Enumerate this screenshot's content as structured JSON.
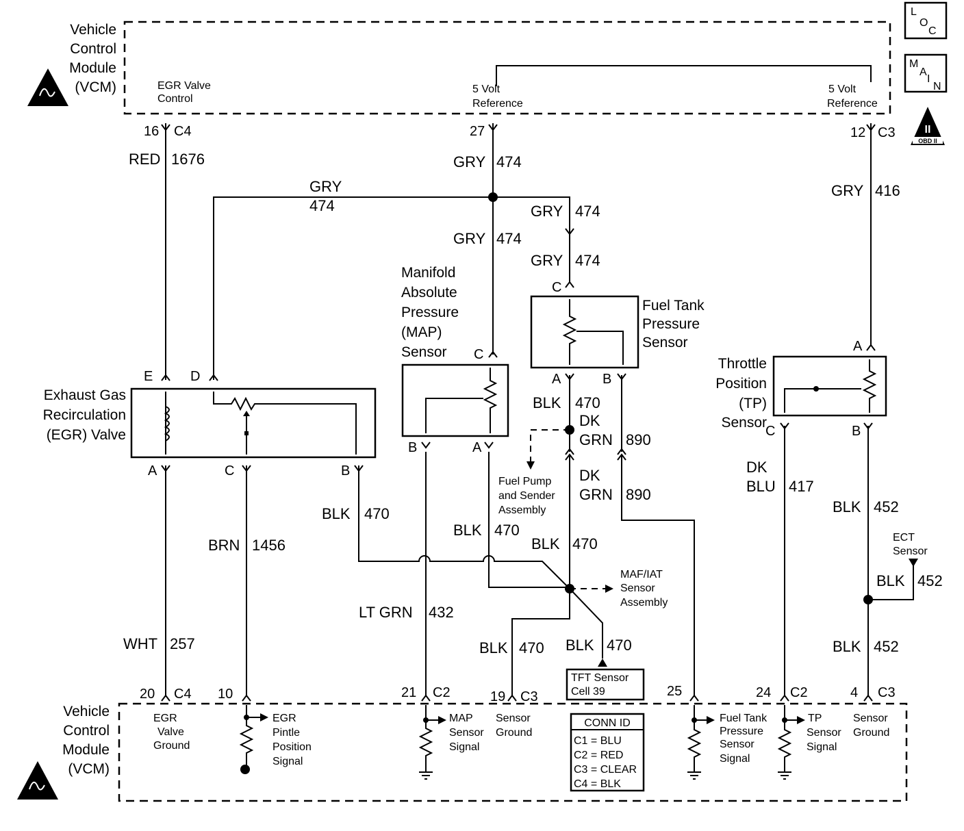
{
  "icons": {
    "esd": "esd-warning-icon",
    "obd": "obd-ii-triangle-icon",
    "ground": "ground-icon"
  },
  "vcm_top": {
    "name_lines": [
      "Vehicle",
      "Control",
      "Module",
      "(VCM)"
    ],
    "egr_ctrl": [
      "EGR Valve",
      "Control"
    ],
    "ref1": [
      "5 Volt",
      "Reference"
    ],
    "ref2": [
      "5 Volt",
      "Reference"
    ]
  },
  "vcm_bottom": {
    "name_lines": [
      "Vehicle",
      "Control",
      "Module",
      "(VCM)"
    ],
    "egr_ground": [
      "EGR",
      "Valve",
      "Ground"
    ],
    "egr_pintle": [
      "EGR",
      "Pintle",
      "Position",
      "Signal"
    ],
    "map_signal": [
      "MAP",
      "Sensor",
      "Signal"
    ],
    "sensor_ground_1": [
      "Sensor",
      "Ground"
    ],
    "ft_signal": [
      "Fuel Tank",
      "Pressure",
      "Sensor",
      "Signal"
    ],
    "tp_signal": [
      "TP",
      "Sensor",
      "Signal"
    ],
    "sensor_ground_2": [
      "Sensor",
      "Ground"
    ]
  },
  "badges": {
    "loc": [
      "L",
      "O",
      "C"
    ],
    "main": [
      "M",
      "A",
      "I",
      "N"
    ],
    "obd_mark": "II",
    "obd_text": "OBD II"
  },
  "pins": {
    "p16": "16",
    "c4a": "C4",
    "p27": "27",
    "p12": "12",
    "c3a": "C3",
    "p20": "20",
    "c4b": "C4",
    "p10": "10",
    "p21": "21",
    "c2a": "C2",
    "p19": "19",
    "c3b": "C3",
    "p25": "25",
    "p24": "24",
    "c2b": "C2",
    "p4": "4",
    "c3c": "C3"
  },
  "wires": {
    "red1676": [
      "RED",
      "1676"
    ],
    "gry474_top": [
      "GRY",
      "474"
    ],
    "gry474_left": [
      "GRY",
      "474"
    ],
    "gry474_right1": [
      "GRY",
      "474"
    ],
    "gry474_mid": [
      "GRY",
      "474"
    ],
    "gry474_right2": [
      "GRY",
      "474"
    ],
    "gry416": [
      "GRY",
      "416"
    ],
    "blk470_a": [
      "BLK",
      "470"
    ],
    "dkgrn890_a": [
      "DK",
      "GRN",
      "890"
    ],
    "dkgrn890_b": [
      "DK",
      "GRN",
      "890"
    ],
    "dkblu417": [
      "DK",
      "BLU",
      "417"
    ],
    "blk452_a": [
      "BLK",
      "452"
    ],
    "blk452_b": [
      "BLK",
      "452"
    ],
    "blk452_c": [
      "BLK",
      "452"
    ],
    "blk470_egr": [
      "BLK",
      "470"
    ],
    "blk470_map": [
      "BLK",
      "470"
    ],
    "blk470_ft": [
      "BLK",
      "470"
    ],
    "brn1456": [
      "BRN",
      "1456"
    ],
    "ltgrn432": [
      "LT GRN",
      "432"
    ],
    "wht257": [
      "WHT",
      "257"
    ],
    "blk470_gnd": [
      "BLK",
      "470"
    ],
    "blk470_tft": [
      "BLK",
      "470"
    ]
  },
  "components": {
    "egr": {
      "lines": [
        "Exhaust Gas",
        "Recirculation",
        "(EGR) Valve"
      ],
      "pins": [
        "E",
        "D",
        "A",
        "C",
        "B"
      ]
    },
    "map": {
      "lines": [
        "Manifold",
        "Absolute",
        "Pressure",
        "(MAP)",
        "Sensor"
      ],
      "pins": [
        "C",
        "B",
        "A"
      ]
    },
    "ftp": {
      "lines": [
        "Fuel Tank",
        "Pressure",
        "Sensor"
      ],
      "pins": [
        "C",
        "A",
        "B"
      ]
    },
    "tp": {
      "lines": [
        "Throttle",
        "Position",
        "(TP)",
        "Sensor"
      ],
      "pins": [
        "A",
        "C",
        "B"
      ]
    },
    "fuel_pump": [
      "Fuel Pump",
      "and Sender",
      "Assembly"
    ],
    "maf": [
      "MAF/IAT",
      "Sensor",
      "Assembly"
    ],
    "ect": [
      "ECT",
      "Sensor"
    ],
    "tft": [
      "TFT Sensor",
      "Cell 39"
    ]
  },
  "conn_id": {
    "title": "CONN ID",
    "rows": [
      "C1 = BLU",
      "C2 = RED",
      "C3 = CLEAR",
      "C4 = BLK"
    ]
  }
}
